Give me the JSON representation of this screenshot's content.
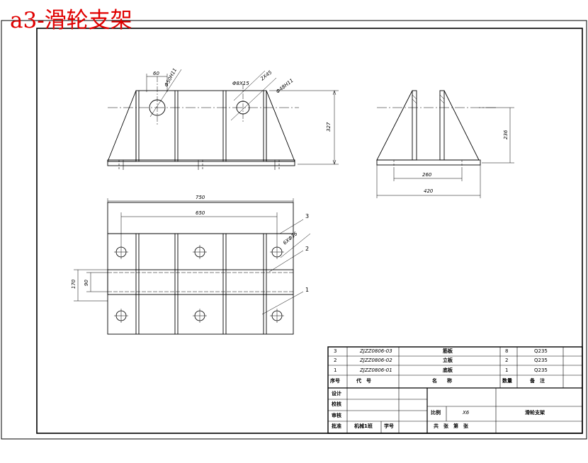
{
  "title": "a3-滑轮支架",
  "dimensions": {
    "front_top_left": "60",
    "front_hole1": "Φ50H11",
    "front_thickness": "Φ8X15",
    "front_hole2": "2X45",
    "front_hole3": "Φ48H11",
    "front_height": "327",
    "side_height": "236",
    "side_width_inner": "260",
    "side_width_outer": "420",
    "top_total_width": "750",
    "top_inner_width": "650",
    "top_bolts": "6XΦ36",
    "top_total_height": "170",
    "top_inner_height": "90"
  },
  "balloons": [
    "3",
    "2",
    "1"
  ],
  "parts": [
    {
      "no": "3",
      "code": "ZJZZ0806-03",
      "name": "筋板",
      "qty": "8",
      "material": "Q235"
    },
    {
      "no": "2",
      "code": "ZJZZ0806-02",
      "name": "立板",
      "qty": "2",
      "material": "Q235"
    },
    {
      "no": "1",
      "code": "ZJZZ0806-01",
      "name": "底板",
      "qty": "1",
      "material": "Q235"
    }
  ],
  "header": {
    "no": "序号",
    "code": "代　号",
    "name": "名　　称",
    "qty": "数量",
    "note": "备　注"
  },
  "titleblock": {
    "design": "设计",
    "check": "校核",
    "review": "审核",
    "approve": "批准",
    "class": "机械1班",
    "student_no": "学号",
    "scale_label": "比例",
    "scale_value": "X6",
    "drawing_name": "滑轮支架",
    "sheets": "共　张　第　张"
  }
}
